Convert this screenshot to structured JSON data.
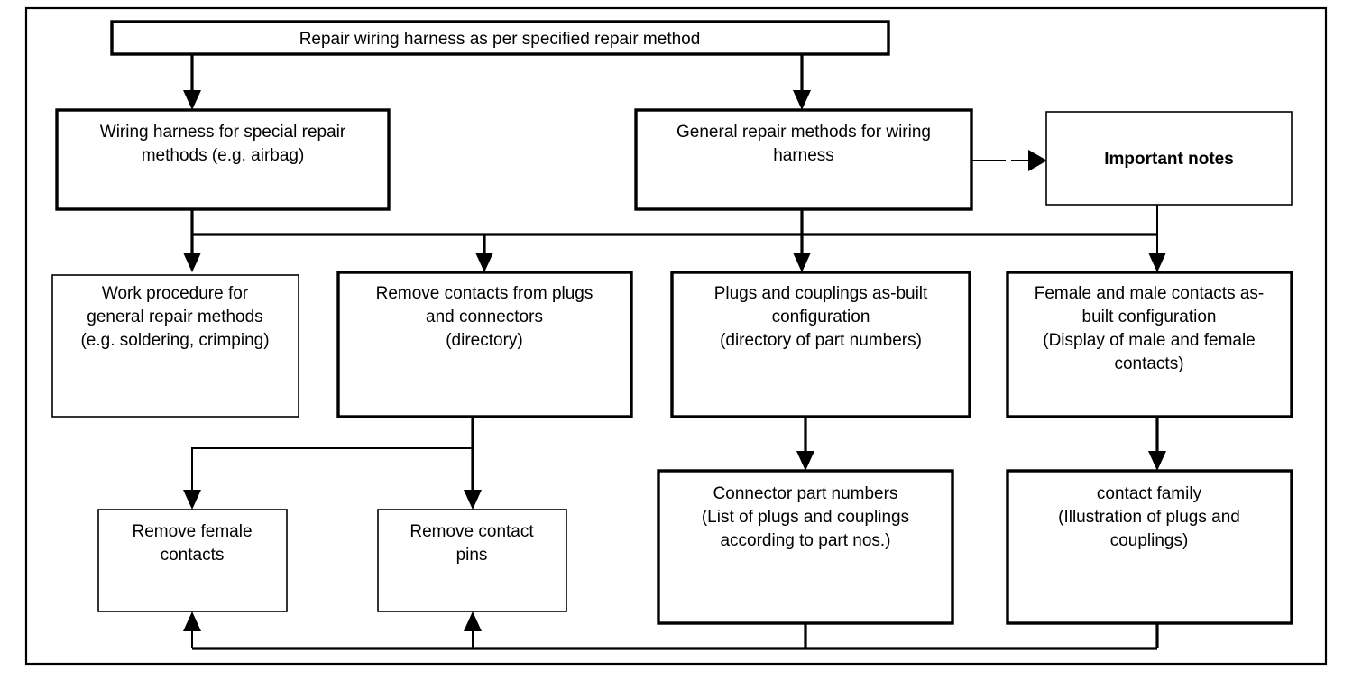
{
  "diagram": {
    "title_node": {
      "id": "repair-wiring-harness",
      "label": "Repair wiring harness as per specified repair method"
    },
    "nodes": [
      {
        "id": "wiring-harness-special",
        "lines": [
          "Wiring harness for special repair",
          "methods (e.g. airbag)"
        ],
        "emphasis": "normal"
      },
      {
        "id": "general-repair-methods",
        "lines": [
          "General repair methods for wiring",
          "harness"
        ],
        "emphasis": "normal"
      },
      {
        "id": "important-notes",
        "lines": [
          "Important notes"
        ],
        "emphasis": "bold-text"
      },
      {
        "id": "work-procedure",
        "lines": [
          "Work procedure for",
          "general repair methods",
          "(e.g. soldering, crimping)"
        ],
        "emphasis": "normal"
      },
      {
        "id": "remove-contacts-plugs",
        "lines": [
          "Remove contacts from plugs",
          "and connectors",
          "(directory)"
        ],
        "emphasis": "normal"
      },
      {
        "id": "plugs-couplings-asbuilt",
        "lines": [
          "Plugs and couplings as-built",
          "configuration",
          "(directory of part numbers)"
        ],
        "emphasis": "normal"
      },
      {
        "id": "female-male-contacts-asbuilt",
        "lines": [
          "Female and male contacts as-",
          "built configuration",
          "(Display of male and female",
          "contacts)"
        ],
        "emphasis": "normal"
      },
      {
        "id": "remove-female-contacts",
        "lines": [
          "Remove female",
          "contacts"
        ],
        "emphasis": "normal"
      },
      {
        "id": "remove-contact-pins",
        "lines": [
          "Remove contact",
          "pins"
        ],
        "emphasis": "normal"
      },
      {
        "id": "connector-part-numbers",
        "lines": [
          "Connector part numbers",
          "(List of plugs and couplings",
          "according to part nos.)"
        ],
        "emphasis": "normal"
      },
      {
        "id": "contact-family",
        "lines": [
          "contact family",
          "(Illustration of plugs and",
          "couplings)"
        ],
        "emphasis": "normal"
      }
    ],
    "colors": {
      "stroke": "#000000",
      "fill": "#ffffff",
      "text": "#000000"
    }
  }
}
